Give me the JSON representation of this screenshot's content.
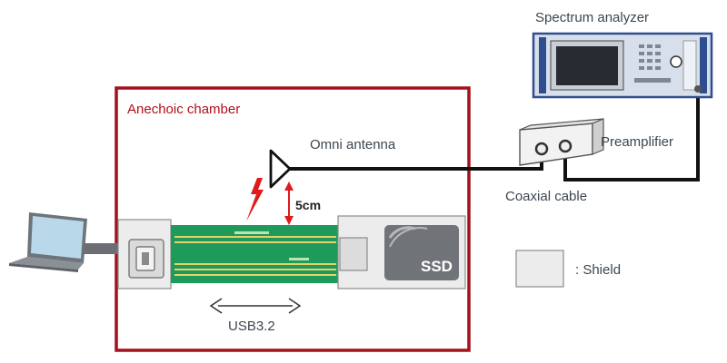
{
  "labels": {
    "spectrum_analyzer": "Spectrum analyzer",
    "anechoic_chamber": "Anechoic chamber",
    "omni_antenna": "Omni antenna",
    "preamplifier": "Preamplifier",
    "coaxial_cable": "Coaxial cable",
    "distance": "5cm",
    "usb": "USB3.2",
    "ssd": "SSD",
    "shield_legend": ": Shield"
  },
  "colors": {
    "chamber_border": "#a3111c",
    "chamber_title": "#b0101b",
    "pcb_green": "#1e9a5a",
    "arrow_red": "#e01a1a",
    "analyzer_blue": "#2f4e8f",
    "cable": "#111111",
    "shield_fill": "#ececec",
    "text": "#3c4650"
  }
}
